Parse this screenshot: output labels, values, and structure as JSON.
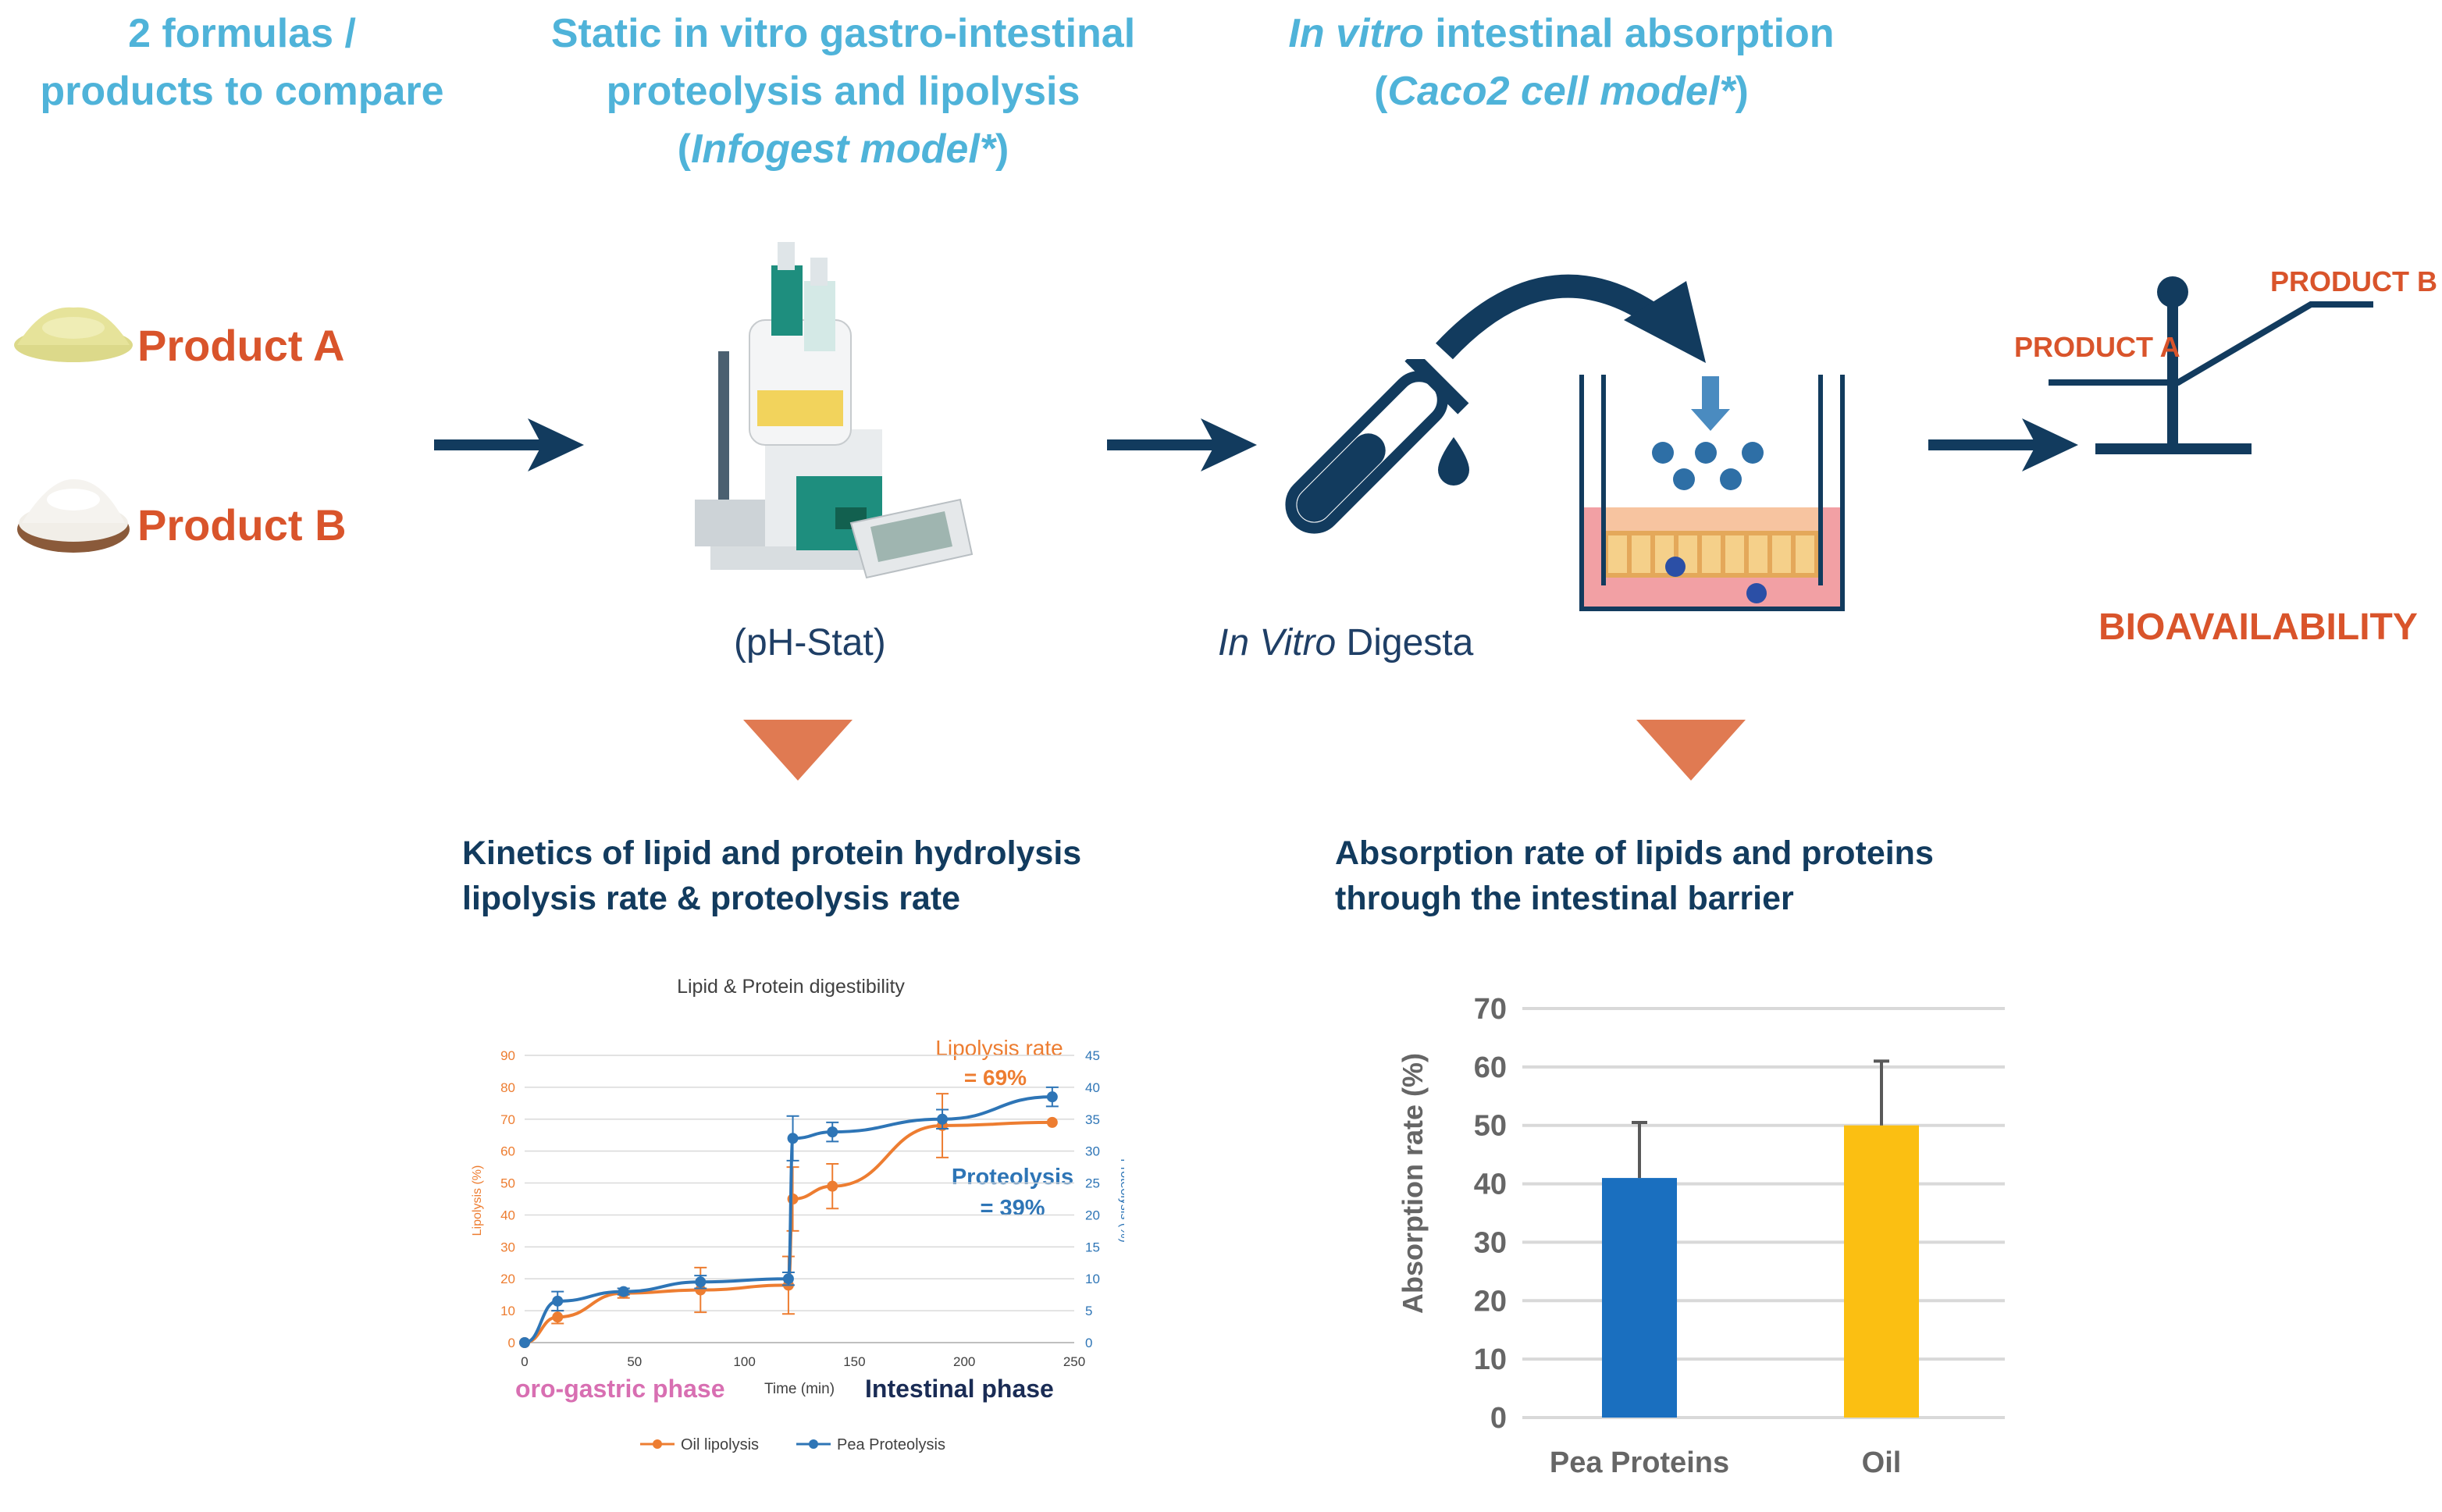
{
  "headers": {
    "col1": {
      "line1": "2 formulas /",
      "line2": "products to compare"
    },
    "col2": {
      "line1": "Static in vitro gastro-intestinal",
      "line2": "proteolysis and lipolysis",
      "line3_open": "(",
      "line3_model": "Infogest model*",
      "line3_close": ")"
    },
    "col3": {
      "line1_em": "In vitro",
      "line1_rest": " intestinal absorption",
      "line2_open": "(",
      "line2_model": "Caco2 cell model*",
      "line2_close": ")"
    }
  },
  "products": {
    "a": "Product A",
    "b": "Product B"
  },
  "captions": {
    "phstat": "(pH-Stat)",
    "digesta_em": "In Vitro",
    "digesta_rest": " Digesta"
  },
  "bioavailability": {
    "label": "BIOAVAILABILITY",
    "product_a": "PRODUCT A",
    "product_b": "PRODUCT B"
  },
  "subheads": {
    "left_1": "Kinetics of lipid and protein hydrolysis",
    "left_2": "lipolysis rate & proteolysis rate",
    "right_1": "Absorption rate of lipids and proteins",
    "right_2": "through the intestinal barrier"
  },
  "colors": {
    "navy": "#123b5e",
    "orange": "#d9542b",
    "arrow_orange": "#e07a52",
    "teal": "#4fb3d9"
  },
  "chart_data": [
    {
      "type": "line",
      "title": "Lipid & Protein digestibility",
      "xlabel": "Time (min)",
      "ylabel": "Lipolysis (%)",
      "y2label": "Proteolysis (%)",
      "xlim": [
        0,
        250
      ],
      "ylim": [
        0,
        90
      ],
      "y2lim": [
        0,
        45
      ],
      "xticks": [
        "0",
        "50",
        "100",
        "150",
        "200",
        "250"
      ],
      "yticks": [
        "0",
        "10",
        "20",
        "30",
        "40",
        "50",
        "60",
        "70",
        "80",
        "90"
      ],
      "y2ticks": [
        "0",
        "5",
        "10",
        "15",
        "20",
        "25",
        "30",
        "35",
        "40",
        "45"
      ],
      "series": [
        {
          "name": "Oil lipolysis",
          "axis": "left",
          "color": "#ed7d31",
          "x": [
            0,
            15,
            45,
            80,
            120,
            122,
            140,
            190,
            240
          ],
          "y": [
            0,
            8,
            15.5,
            16.5,
            18,
            45,
            49,
            68,
            69
          ],
          "err": [
            0,
            2,
            1.5,
            7,
            9,
            10,
            7,
            10,
            0
          ]
        },
        {
          "name": "Pea Proteolysis",
          "axis": "right",
          "color": "#2e75b6",
          "x": [
            0,
            15,
            45,
            80,
            120,
            122,
            140,
            190,
            240
          ],
          "y": [
            0,
            6.5,
            8,
            9.5,
            10,
            32,
            33,
            35,
            38.5
          ],
          "err": [
            0,
            1.5,
            0.5,
            1,
            1,
            3.5,
            1.5,
            1.5,
            1.5
          ]
        }
      ],
      "annotations": {
        "lipolysis_1": "Lipolysis rate",
        "lipolysis_2": "= 69%",
        "proteolysis_1": "Proteolysis",
        "proteolysis_2": "= 39%",
        "phase_1": "oro-gastric phase",
        "phase_2": "Intestinal phase"
      },
      "legend": "bottom"
    },
    {
      "type": "bar",
      "categories": [
        "Pea Proteins",
        "Oil"
      ],
      "values": [
        41,
        50
      ],
      "errors": [
        9.5,
        11
      ],
      "colors": [
        "#1a6fbf",
        "#fbbf12"
      ],
      "ylabel": "Absorption rate (%)",
      "ylim": [
        0,
        70
      ],
      "yticks": [
        "0",
        "10",
        "20",
        "30",
        "40",
        "50",
        "60",
        "70"
      ],
      "grid": true
    }
  ]
}
